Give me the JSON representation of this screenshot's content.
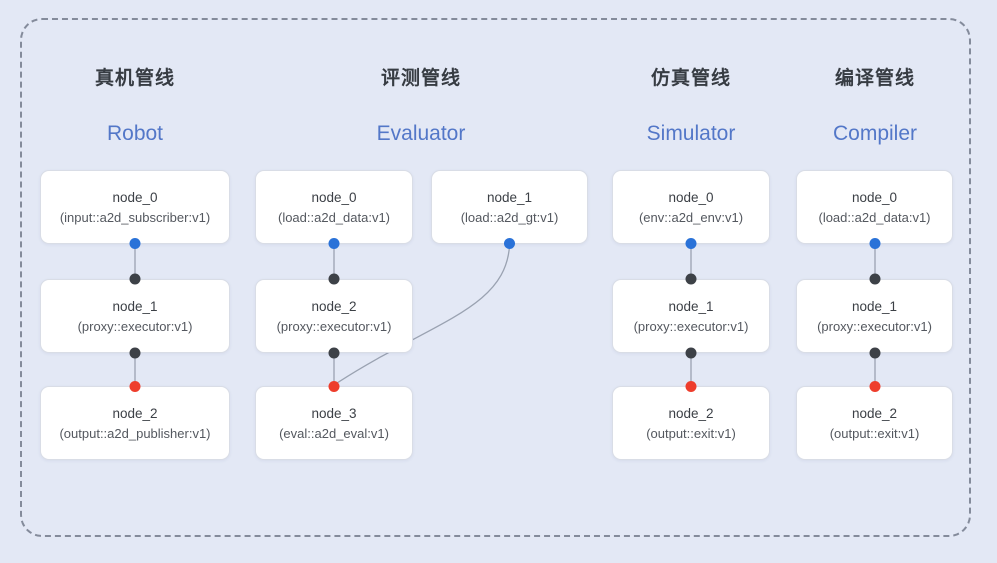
{
  "colors": {
    "background": "#e3e8f5",
    "dashed_border": "#848b9b",
    "node_background": "#ffffff",
    "node_border": "#d9dde6",
    "edge_line": "#9aa2b1",
    "output_port_blue": "#2a72d8",
    "input_port_red": "#ee3d2c",
    "mid_port_dark": "#3d4147",
    "title_cn_color": "#373c43",
    "title_en_color": "#5377c8"
  },
  "pipelines": [
    {
      "title_cn": "真机管线",
      "title_en": "Robot",
      "nodes": [
        {
          "name": "node_0",
          "type": "(input::a2d_subscriber:v1)"
        },
        {
          "name": "node_1",
          "type": "(proxy::executor:v1)"
        },
        {
          "name": "node_2",
          "type": "(output::a2d_publisher:v1)"
        }
      ]
    },
    {
      "title_cn": "评测管线",
      "title_en": "Evaluator",
      "nodes": [
        {
          "name": "node_0",
          "type": "(load::a2d_data:v1)"
        },
        {
          "name": "node_1",
          "type": "(load::a2d_gt:v1)"
        },
        {
          "name": "node_2",
          "type": "(proxy::executor:v1)"
        },
        {
          "name": "node_3",
          "type": "(eval::a2d_eval:v1)"
        }
      ]
    },
    {
      "title_cn": "仿真管线",
      "title_en": "Simulator",
      "nodes": [
        {
          "name": "node_0",
          "type": "(env::a2d_env:v1)"
        },
        {
          "name": "node_1",
          "type": "(proxy::executor:v1)"
        },
        {
          "name": "node_2",
          "type": "(output::exit:v1)"
        }
      ]
    },
    {
      "title_cn": "编译管线",
      "title_en": "Compiler",
      "nodes": [
        {
          "name": "node_0",
          "type": "(load::a2d_data:v1)"
        },
        {
          "name": "node_1",
          "type": "(proxy::executor:v1)"
        },
        {
          "name": "node_2",
          "type": "(output::exit:v1)"
        }
      ]
    }
  ]
}
